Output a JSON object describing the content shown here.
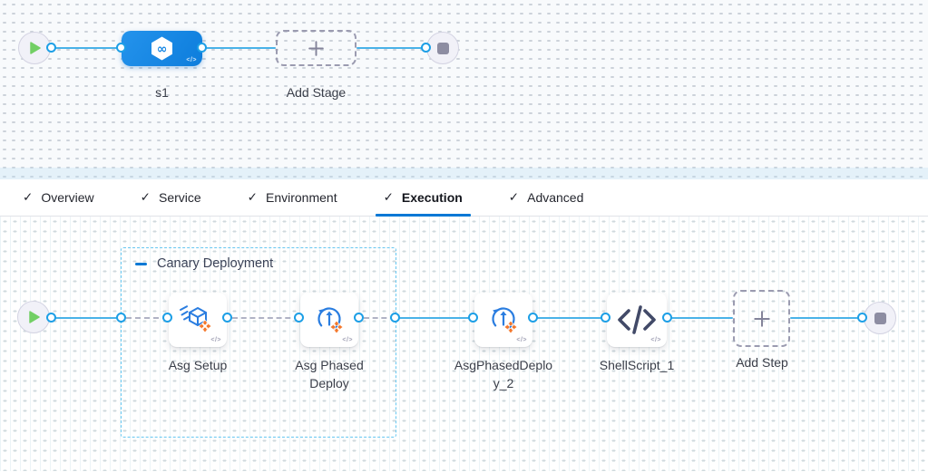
{
  "stage_pipeline": {
    "stage": {
      "name": "s1"
    },
    "add_stage": {
      "label": "Add Stage"
    }
  },
  "tabs": {
    "check_glyph": "✓",
    "active_label": "Execution",
    "items": [
      {
        "label": "Overview",
        "checked": true
      },
      {
        "label": "Service",
        "checked": true
      },
      {
        "label": "Environment",
        "checked": true
      },
      {
        "label": "Execution",
        "checked": true
      },
      {
        "label": "Advanced",
        "checked": true
      }
    ]
  },
  "execution_graph": {
    "group": {
      "label": "Canary Deployment",
      "collapsed": false
    },
    "steps": [
      {
        "label": "Asg Setup",
        "icon": "asg-setup-launch-cube-icon"
      },
      {
        "label": "Asg Phased Deploy",
        "icon": "asg-phased-deploy-circle-arrow-icon"
      },
      {
        "label": "AsgPhasedDeploy_2",
        "icon": "asg-phased-deploy-circle-arrow-icon"
      },
      {
        "label": "ShellScript_1",
        "icon": "shell-script-code-icon"
      }
    ],
    "add_step": {
      "label": "Add Step"
    },
    "code_badge": "</>",
    "infinity_glyph": "∞"
  },
  "colors": {
    "accent_blue": "#0278d5",
    "connector_blue": "#49b2e8",
    "stage_blue": "#1688e5",
    "icon_blue": "#2a7de0",
    "move_orange": "#f4772b",
    "play_green": "#72cf65",
    "stop_gray": "#8d8da2",
    "group_border": "#66c7f1"
  }
}
